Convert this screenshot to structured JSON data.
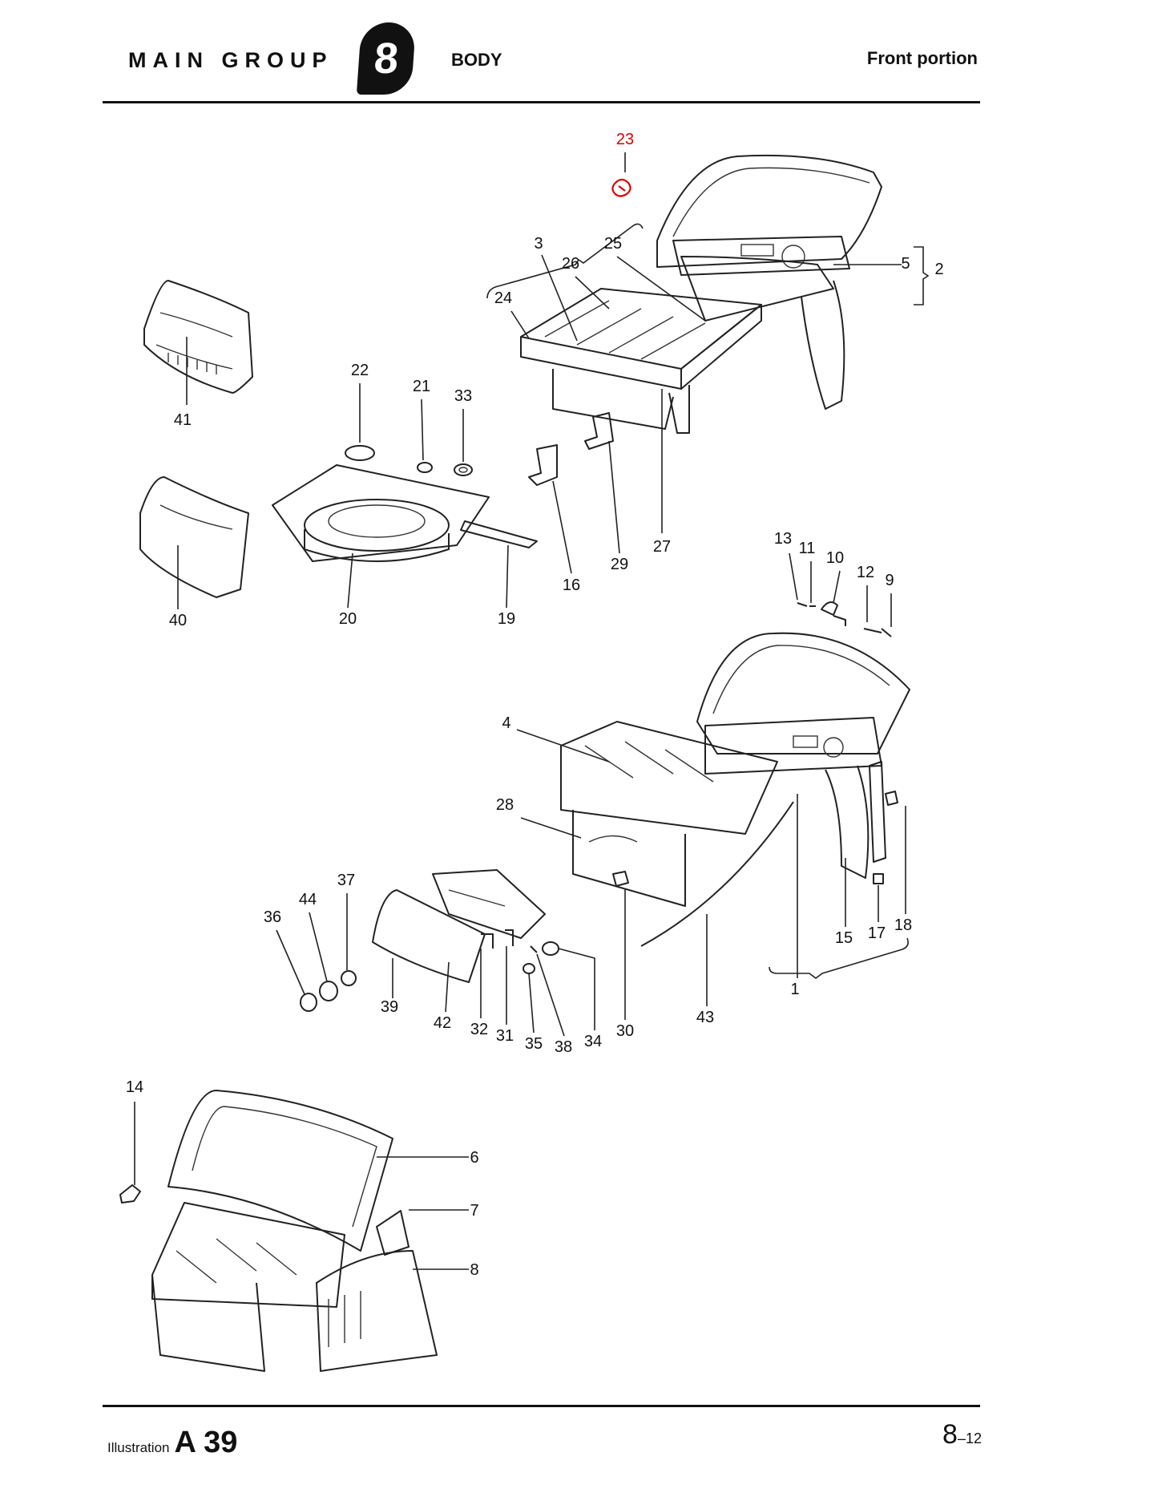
{
  "header": {
    "main_group": "MAIN GROUP",
    "group_number": "8",
    "section": "BODY",
    "subsection": "Front portion"
  },
  "footer": {
    "illustration_label": "Illustration",
    "illustration_number": "A 39",
    "page_main": "8",
    "page_sub": "–12"
  },
  "callouts": [
    {
      "id": "23",
      "text": "23",
      "highlighted": true
    },
    {
      "id": "3",
      "text": "3"
    },
    {
      "id": "25",
      "text": "25"
    },
    {
      "id": "26",
      "text": "26"
    },
    {
      "id": "24",
      "text": "24"
    },
    {
      "id": "5",
      "text": "5"
    },
    {
      "id": "2",
      "text": "2"
    },
    {
      "id": "41",
      "text": "41"
    },
    {
      "id": "22",
      "text": "22"
    },
    {
      "id": "21",
      "text": "21"
    },
    {
      "id": "33",
      "text": "33"
    },
    {
      "id": "27",
      "text": "27"
    },
    {
      "id": "29",
      "text": "29"
    },
    {
      "id": "16",
      "text": "16"
    },
    {
      "id": "40",
      "text": "40"
    },
    {
      "id": "20",
      "text": "20"
    },
    {
      "id": "19",
      "text": "19"
    },
    {
      "id": "13",
      "text": "13"
    },
    {
      "id": "11",
      "text": "11"
    },
    {
      "id": "10",
      "text": "10"
    },
    {
      "id": "12",
      "text": "12"
    },
    {
      "id": "9",
      "text": "9"
    },
    {
      "id": "4",
      "text": "4"
    },
    {
      "id": "28",
      "text": "28"
    },
    {
      "id": "37",
      "text": "37"
    },
    {
      "id": "44",
      "text": "44"
    },
    {
      "id": "36",
      "text": "36"
    },
    {
      "id": "39",
      "text": "39"
    },
    {
      "id": "42",
      "text": "42"
    },
    {
      "id": "32",
      "text": "32"
    },
    {
      "id": "31",
      "text": "31"
    },
    {
      "id": "35",
      "text": "35"
    },
    {
      "id": "38",
      "text": "38"
    },
    {
      "id": "34",
      "text": "34"
    },
    {
      "id": "30",
      "text": "30"
    },
    {
      "id": "43",
      "text": "43"
    },
    {
      "id": "15",
      "text": "15"
    },
    {
      "id": "17",
      "text": "17"
    },
    {
      "id": "18",
      "text": "18"
    },
    {
      "id": "1",
      "text": "1"
    },
    {
      "id": "14",
      "text": "14"
    },
    {
      "id": "6",
      "text": "6"
    },
    {
      "id": "7",
      "text": "7"
    },
    {
      "id": "8",
      "text": "8"
    }
  ],
  "colors": {
    "ink": "#111111",
    "highlight": "#e00000",
    "paper": "#ffffff"
  }
}
